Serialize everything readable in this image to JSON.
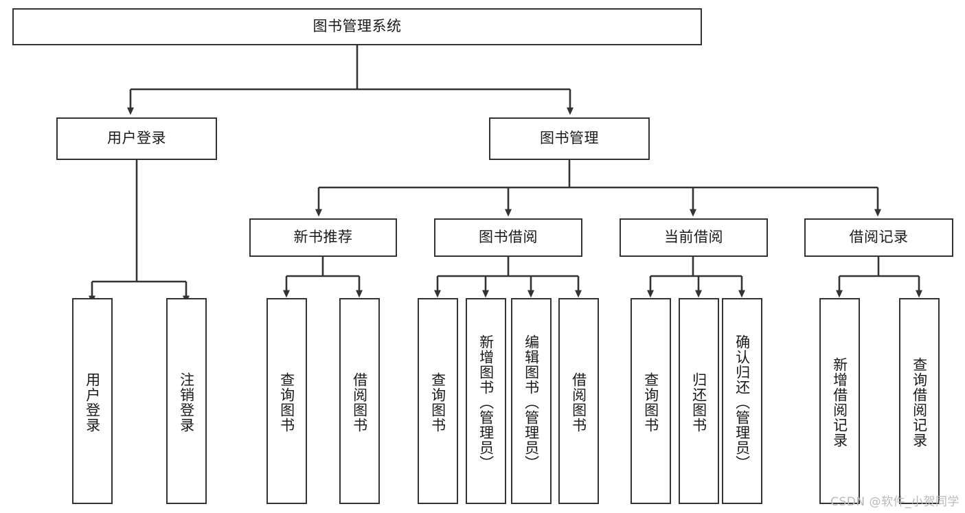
{
  "diagram": {
    "type": "tree-hierarchy-chart",
    "title_node": {
      "label": "图书管理系统"
    },
    "level2": [
      {
        "id": "user-login",
        "label": "用户登录"
      },
      {
        "id": "book-management",
        "label": "图书管理"
      }
    ],
    "level3": [
      {
        "id": "new-book-recommend",
        "label": "新书推荐"
      },
      {
        "id": "book-borrow",
        "label": "图书借阅"
      },
      {
        "id": "current-borrow",
        "label": "当前借阅"
      },
      {
        "id": "borrow-record",
        "label": "借阅记录"
      }
    ],
    "leaves": [
      {
        "id": "leaf-user-login",
        "label": "用户登录",
        "parent": "user-login"
      },
      {
        "id": "leaf-logout-login",
        "label": "注销登录",
        "parent": "user-login"
      },
      {
        "id": "leaf-query-book-1",
        "label": "查询图书",
        "parent": "new-book-recommend"
      },
      {
        "id": "leaf-borrow-book-1",
        "label": "借阅图书",
        "parent": "new-book-recommend"
      },
      {
        "id": "leaf-query-book-2",
        "label": "查询图书",
        "parent": "book-borrow"
      },
      {
        "id": "leaf-add-book",
        "label": "新增图书（管理员）",
        "parent": "book-borrow"
      },
      {
        "id": "leaf-edit-book",
        "label": "编辑图书（管理员）",
        "parent": "book-borrow"
      },
      {
        "id": "leaf-borrow-book-2",
        "label": "借阅图书",
        "parent": "book-borrow"
      },
      {
        "id": "leaf-query-book-3",
        "label": "查询图书",
        "parent": "current-borrow"
      },
      {
        "id": "leaf-return-book",
        "label": "归还图书",
        "parent": "current-borrow"
      },
      {
        "id": "leaf-confirm-return",
        "label": "确认归还（管理员）",
        "parent": "current-borrow"
      },
      {
        "id": "leaf-add-record",
        "label": "新增借阅记录",
        "parent": "borrow-record"
      },
      {
        "id": "leaf-query-record",
        "label": "查询借阅记录",
        "parent": "borrow-record"
      }
    ],
    "colors": {
      "stroke": "#333333",
      "fill": "#ffffff",
      "text": "#1a1a1a",
      "watermark": "#b9b9b9"
    }
  },
  "watermark": {
    "text": "CSDN @软件_小贺同学"
  }
}
